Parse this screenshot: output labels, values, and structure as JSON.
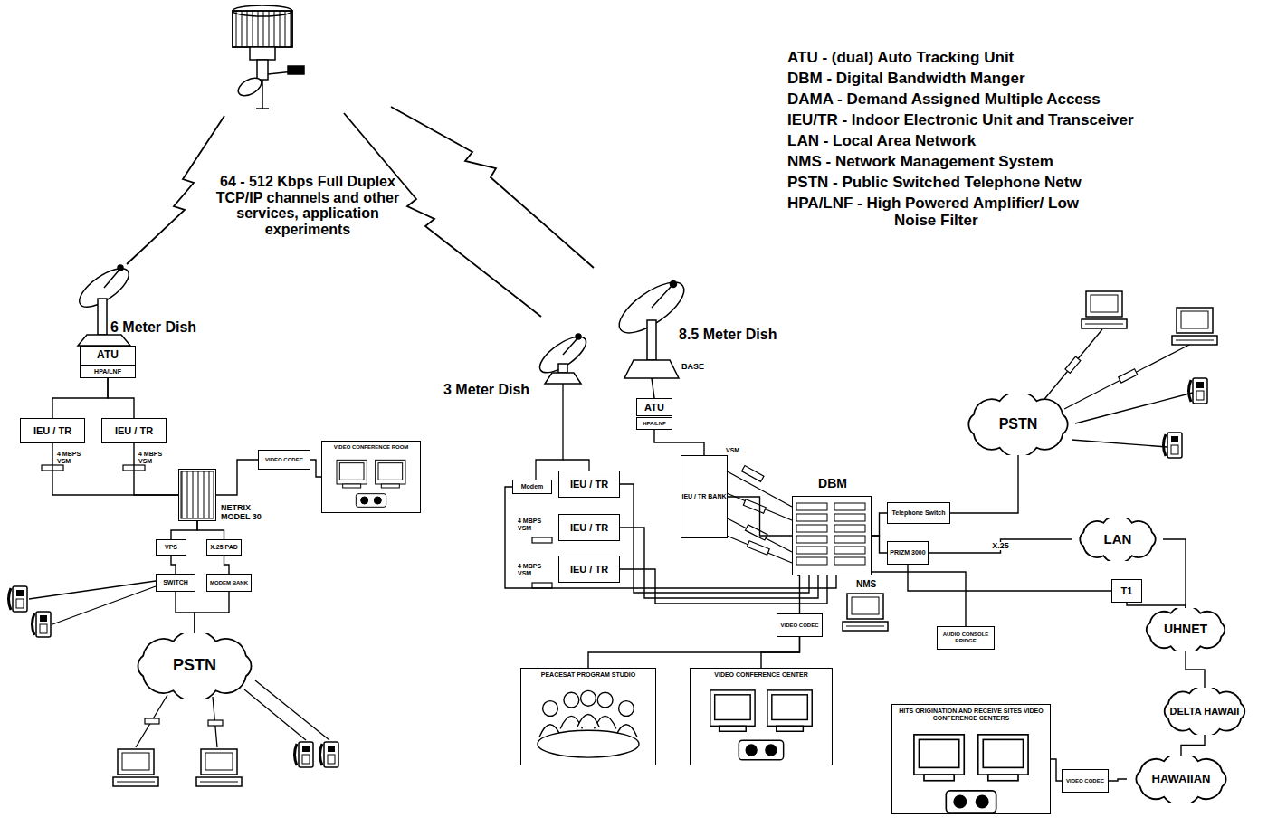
{
  "diagram": {
    "nodes": [
      {
        "text": [
          "ATU"
        ]
      },
      {
        "text": [
          "HPA/LNF"
        ]
      },
      {
        "text": [
          "IEU / TR"
        ]
      },
      {
        "text": [
          "IEU / TR"
        ]
      },
      {
        "text": [
          "NETRIX MODEL 30"
        ]
      },
      {
        "text": [
          "VIDEO CODEC"
        ]
      },
      {
        "text": [
          "VIDEO CONFERENCE ROOM"
        ]
      },
      {
        "text": [
          "VPS"
        ]
      },
      {
        "text": [
          "X.25 PAD"
        ]
      },
      {
        "text": [
          "SWITCH"
        ]
      },
      {
        "text": [
          "MODEM BANK"
        ]
      },
      {
        "text": [
          "PSTN"
        ]
      },
      {
        "text": [
          "ATU"
        ]
      },
      {
        "text": [
          "HPA/LNF"
        ]
      },
      {
        "text": [
          "Modem"
        ]
      },
      {
        "text": [
          "IEU / TR"
        ]
      },
      {
        "text": [
          "IEU / TR"
        ]
      },
      {
        "text": [
          "IEU / TR"
        ]
      },
      {
        "text": [
          "IEU / TR BANK"
        ]
      },
      {
        "text": [
          "DBM"
        ]
      },
      {
        "text": [
          "Telephone Switch"
        ]
      },
      {
        "text": [
          "PRIZM 3000"
        ]
      },
      {
        "text": [
          "VIDEO CODEC"
        ]
      },
      {
        "text": [
          "AUDIO CONSOLE BRIDGE"
        ]
      },
      {
        "text": [
          "PEACESAT PROGRAM STUDIO"
        ]
      },
      {
        "text": [
          "VIDEO CONFERENCE CENTER"
        ]
      },
      {
        "text": [
          "HITS ORIGINATION AND RECEIVE SITES VIDEO CONFERENCE CENTERS"
        ]
      },
      {
        "text": [
          "VIDEO CODEC"
        ]
      },
      {
        "text": [
          "PSTN"
        ]
      },
      {
        "text": [
          "LAN"
        ]
      },
      {
        "text": [
          "T1"
        ]
      },
      {
        "text": [
          "UHNET"
        ]
      },
      {
        "text": [
          "DELTA HAWAII"
        ]
      },
      {
        "text": [
          "HAWAIIAN"
        ]
      }
    ],
    "edges": [
      {
        "from": 1,
        "to": 2,
        "arrow": "none"
      },
      {
        "from": 1,
        "to": 3,
        "arrow": "none"
      },
      {
        "from": 2,
        "to": 4,
        "arrow": "none"
      },
      {
        "from": 3,
        "to": 4,
        "arrow": "none"
      },
      {
        "from": 4,
        "to": 5,
        "arrow": "none"
      },
      {
        "from": 5,
        "to": 6,
        "arrow": "none"
      },
      {
        "from": 4,
        "to": 7,
        "arrow": "none"
      },
      {
        "from": 4,
        "to": 8,
        "arrow": "none"
      },
      {
        "from": 7,
        "to": 9,
        "arrow": "none"
      },
      {
        "from": 8,
        "to": 10,
        "arrow": "none"
      },
      {
        "from": 9,
        "to": 11,
        "arrow": "none"
      },
      {
        "from": 10,
        "to": 11,
        "arrow": "none"
      },
      {
        "from": 13,
        "to": 18,
        "arrow": "none"
      },
      {
        "from": 14,
        "to": 19,
        "arrow": "none"
      },
      {
        "from": 15,
        "to": 19,
        "arrow": "none"
      },
      {
        "from": 16,
        "to": 19,
        "arrow": "none"
      },
      {
        "from": 17,
        "to": 19,
        "arrow": "none"
      },
      {
        "from": 18,
        "to": 19,
        "arrow": "none"
      },
      {
        "from": 19,
        "to": 20,
        "arrow": "none"
      },
      {
        "from": 19,
        "to": 21,
        "arrow": "none"
      },
      {
        "from": 20,
        "to": 28,
        "arrow": "none"
      },
      {
        "from": 21,
        "to": 29,
        "label": "X.25",
        "arrow": "none"
      },
      {
        "from": 21,
        "to": 30,
        "arrow": "none"
      },
      {
        "from": 19,
        "to": 23,
        "arrow": "none"
      },
      {
        "from": 19,
        "to": 22,
        "arrow": "none"
      },
      {
        "from": 22,
        "to": 24,
        "arrow": "none"
      },
      {
        "from": 22,
        "to": 25,
        "arrow": "none"
      },
      {
        "from": 26,
        "to": 27,
        "arrow": "none"
      },
      {
        "from": 27,
        "to": 33,
        "arrow": "none"
      },
      {
        "from": 29,
        "to": 31,
        "arrow": "none"
      },
      {
        "from": 30,
        "to": 31,
        "arrow": "none"
      },
      {
        "from": 31,
        "to": 32,
        "arrow": "none"
      },
      {
        "from": 32,
        "to": 33,
        "arrow": "none"
      }
    ],
    "labels": [
      "64 - 512 Kbps Full Duplex TCP/IP channels and other services, application experiments",
      "6 Meter Dish",
      "3 Meter Dish",
      "8.5 Meter Dish",
      "BASE",
      "4 MBPS VSM",
      "4 MBPS VSM",
      "4 MBPS VSM",
      "4 MBPS VSM",
      "VSM",
      "NMS",
      "ATU - (dual) Auto Tracking Unit",
      "DBM - Digital Bandwidth Manger",
      "DAMA - Demand Assigned Multiple Access",
      "IEU/TR - Indoor Electronic Unit and Transceiver",
      "LAN - Local Area Network",
      "NMS - Network Management System",
      "PSTN - Public Switched Telephone Netw",
      "HPA/LNF - High Powered Amplifier/ Low Noise Filter"
    ]
  }
}
